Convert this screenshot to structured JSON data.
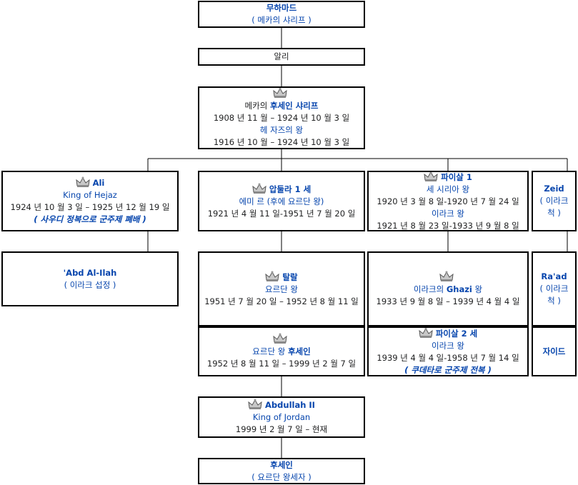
{
  "nodes": {
    "muhammad": {
      "name": "무하마드",
      "sub": "( 메카의 샤리프 )"
    },
    "ali_ancestor": {
      "name": "알리"
    },
    "hussein": {
      "prefix": "메카의 ",
      "name": "후세인 샤리프",
      "reign1": "1908 년 11 월 – 1924 년 10 월 3 일",
      "title2": "헤 자즈의 왕",
      "reign2": "1916 년 10 월 – 1924 년 10 월 3 일"
    },
    "ali_hejaz": {
      "name": "Ali",
      "title": "King of Hejaz",
      "reign": "1924 년 10 월 3 일 – 1925 년 12 월 19 일",
      "note": "( 사우디 정복으로 군주제 폐배 )"
    },
    "abdullah1": {
      "name": "압둘라 1 세",
      "title": "에미 르 (후에 요르단 왕)",
      "reign": "1921 년 4 월 11 일-1951 년 7 월 20 일"
    },
    "faisal1": {
      "name": "파이살 1",
      "title1": "세 시리아 왕",
      "reign1": "1920 년 3 월 8 일-1920 년 7 월 24 일",
      "title2": "이라크 왕",
      "reign2": "1921 년 8 월 23 일-1933 년 9 월 8 일"
    },
    "zeid": {
      "name": "Zeid",
      "sub": "( 이라크 척 )"
    },
    "abd_al_ilah": {
      "name": "'Abd Al-Ilah",
      "sub": "( 이라크 섭정 )"
    },
    "talal": {
      "name": "탈랄",
      "title": "요르단 왕",
      "reign": "1951 년 7 월 20 일 – 1952 년 8 월 11 일"
    },
    "ghazi": {
      "prefix": "이라크의 ",
      "name": "Ghazi",
      "suffix": " 왕",
      "reign": "1933 년 9 월 8 일 – 1939 년 4 월 4 일"
    },
    "raad": {
      "name": "Ra'ad",
      "sub": "( 이라크 척 )"
    },
    "hussein_jordan": {
      "prefix": "요르단 왕 ",
      "name": "후세인",
      "reign": "1952 년 8 월 11 일 – 1999 년 2 월 7 일"
    },
    "faisal2": {
      "name": "파이살 2 세",
      "title": "이라크 왕",
      "reign": "1939 년 4 월 4 일-1958 년 7 월 14 일",
      "note": "( 쿠데타로 군주제 전복 )"
    },
    "zeid2": {
      "name": "자이드"
    },
    "abdullah2": {
      "name": "Abdullah II",
      "title": "King of Jordan",
      "reign": "1999 년 2 월 7 일 – 현재"
    },
    "hussein_crown": {
      "name": "후세인",
      "sub": "( 요르단 왕세자 )"
    }
  },
  "colors": {
    "link": "#0645ad",
    "border": "#000000",
    "text": "#202122"
  },
  "icons": {
    "crown": "crown-icon"
  }
}
